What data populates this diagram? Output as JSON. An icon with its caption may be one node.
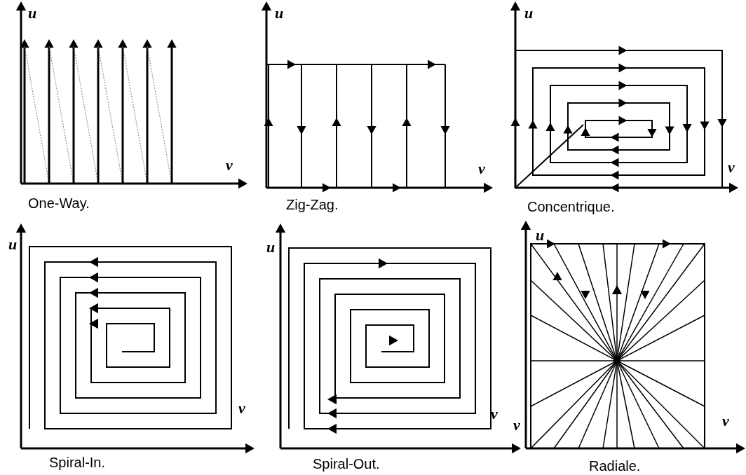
{
  "diagram": {
    "labels": [
      "u",
      "v",
      "One-Way.",
      "u",
      "v",
      "Zig-Zag.",
      "u",
      "v",
      "Concentrique.",
      "u",
      "v",
      "Spiral-In.",
      "u",
      "v",
      "Spiral-Out.",
      "u",
      "v",
      "v",
      "Radiale."
    ]
  }
}
